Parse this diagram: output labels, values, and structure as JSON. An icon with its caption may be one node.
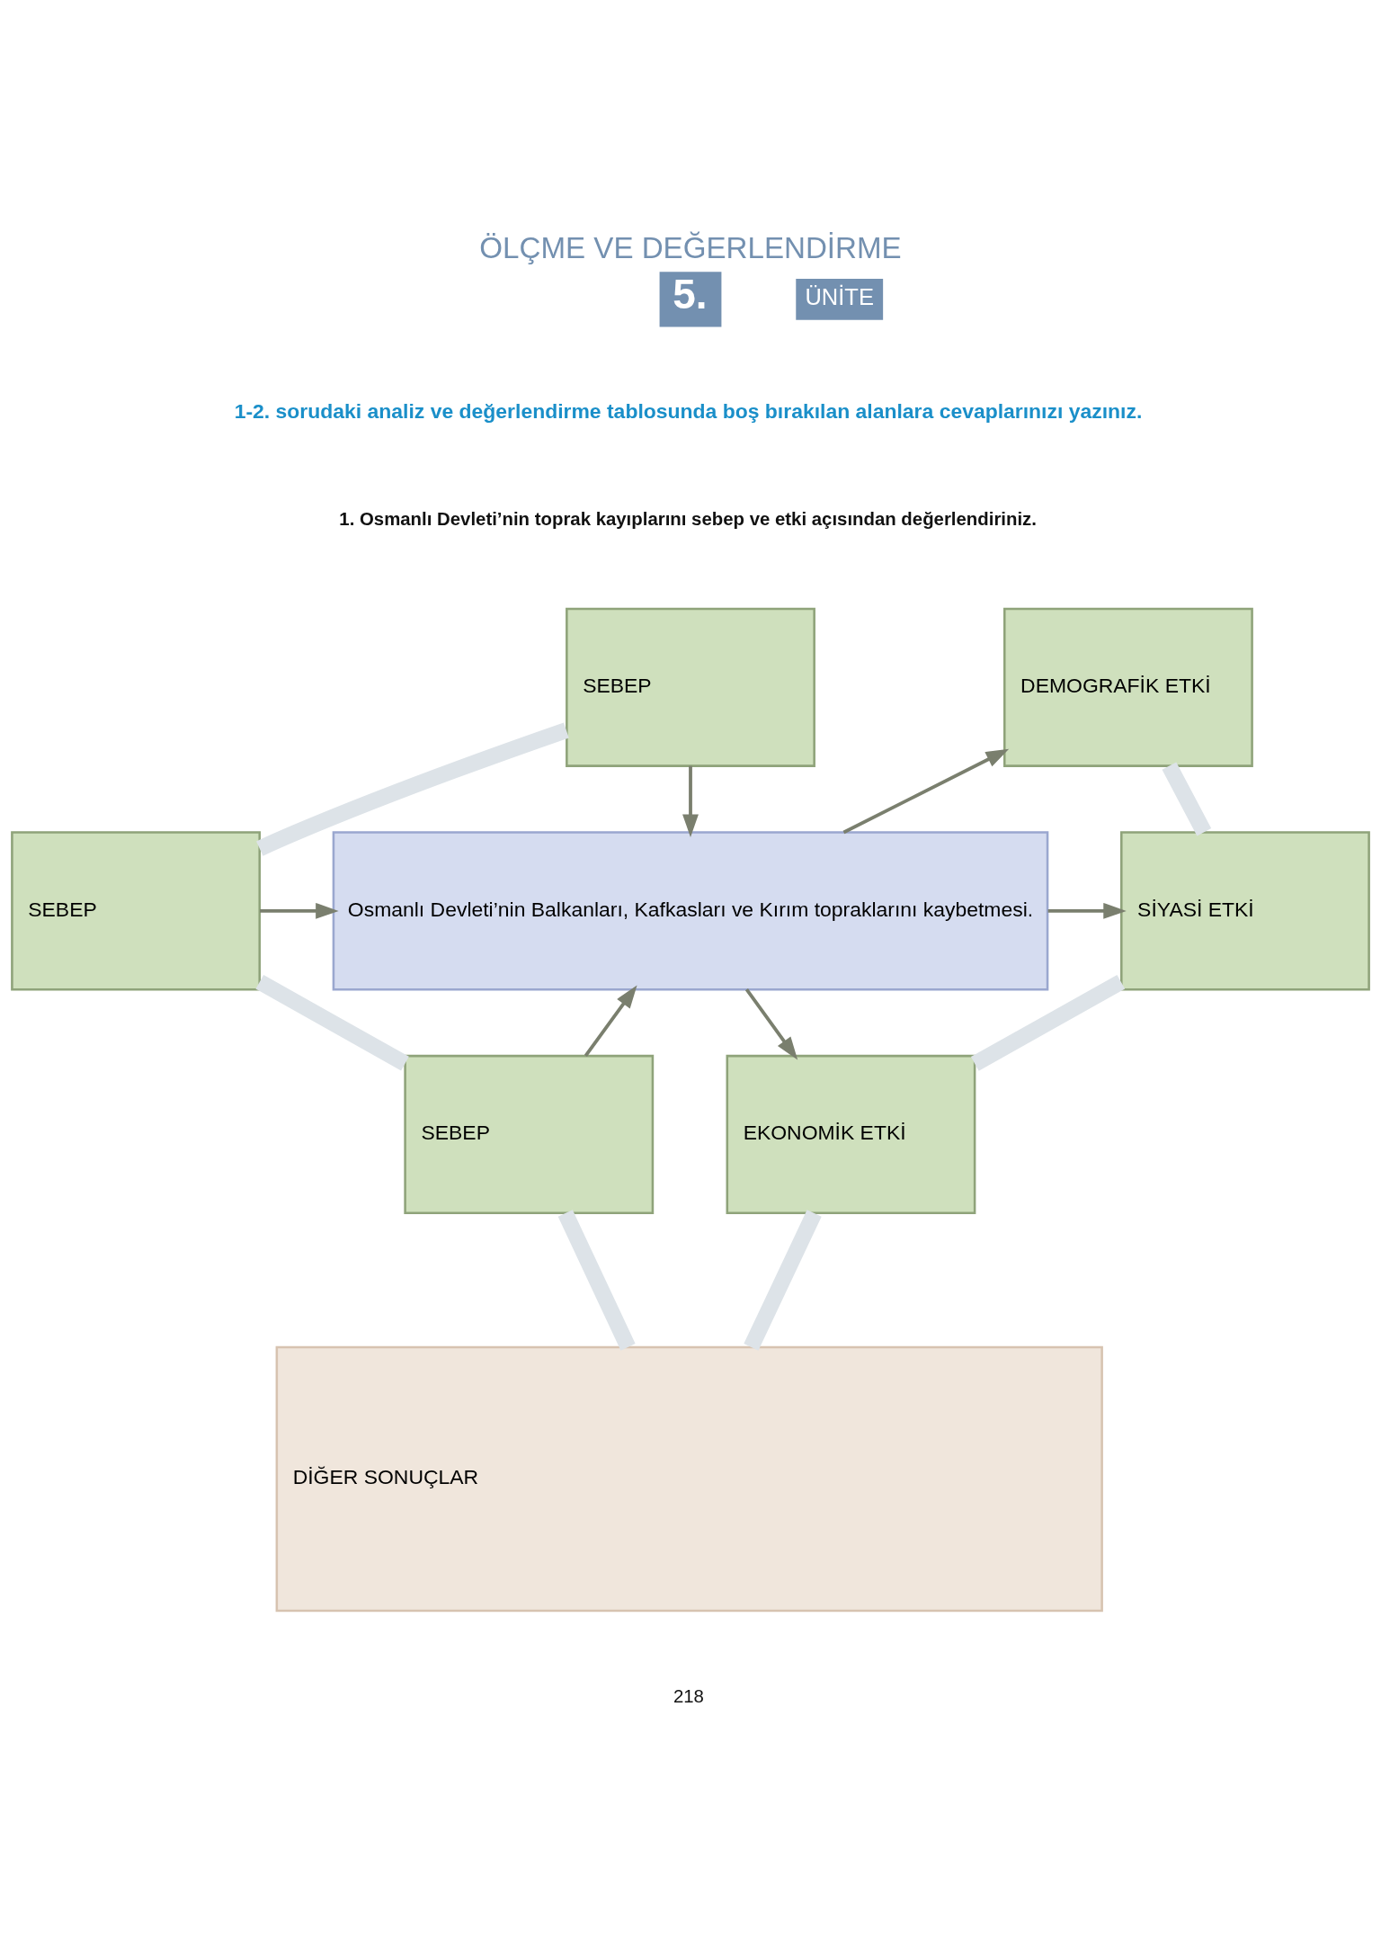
{
  "diagram": {
    "title": "ÖLÇME VE DEĞERLENDİRME",
    "nodes": [
      {
        "text": [
          "SEBEP"
        ]
      },
      {
        "text": [
          "SEBEP"
        ]
      },
      {
        "text": [
          "SEBEP"
        ]
      },
      {
        "text": [
          "Osmanlı Devleti’nin Balkanları, Kafkasları ve Kırım topraklarını kaybetmesi."
        ]
      },
      {
        "text": [
          "DEMOGRAFİK ETKİ"
        ]
      },
      {
        "text": [
          "SİYASİ ETKİ"
        ]
      },
      {
        "text": [
          "EKONOMİK ETKİ"
        ]
      },
      {
        "text": [
          "DİĞER SONUÇLAR"
        ]
      }
    ],
    "edges": [
      {
        "from": 0,
        "to": 3,
        "arrow": "to"
      },
      {
        "from": 1,
        "to": 3,
        "arrow": "to"
      },
      {
        "from": 2,
        "to": 3,
        "arrow": "to"
      },
      {
        "from": 3,
        "to": 4,
        "arrow": "to"
      },
      {
        "from": 3,
        "to": 5,
        "arrow": "to"
      },
      {
        "from": 3,
        "to": 6,
        "arrow": "to"
      },
      {
        "from": 0,
        "to": 1,
        "arrow": "none",
        "style": "thick",
        "color": "#dde3e8"
      },
      {
        "from": 1,
        "to": 2,
        "arrow": "none",
        "style": "thick",
        "color": "#dde3e8"
      },
      {
        "from": 2,
        "to": 7,
        "arrow": "none",
        "style": "thick",
        "color": "#dde3e8"
      },
      {
        "from": 4,
        "to": 5,
        "arrow": "none",
        "style": "thick",
        "color": "#dde3e8"
      },
      {
        "from": 5,
        "to": 6,
        "arrow": "none",
        "style": "thick",
        "color": "#dde3e8"
      },
      {
        "from": 6,
        "to": 7,
        "arrow": "none",
        "style": "thick",
        "color": "#dde3e8"
      }
    ],
    "labels": [
      "5.",
      "ÜNİTE",
      "1-2. sorudaki analiz ve değerlendirme tablosunda boş bırakılan alanlara cevaplarınızı yazınız.",
      "1. Osmanlı Devleti’nin toprak kayıplarını sebep ve etki açısından değerlendiriniz.",
      "218"
    ]
  }
}
